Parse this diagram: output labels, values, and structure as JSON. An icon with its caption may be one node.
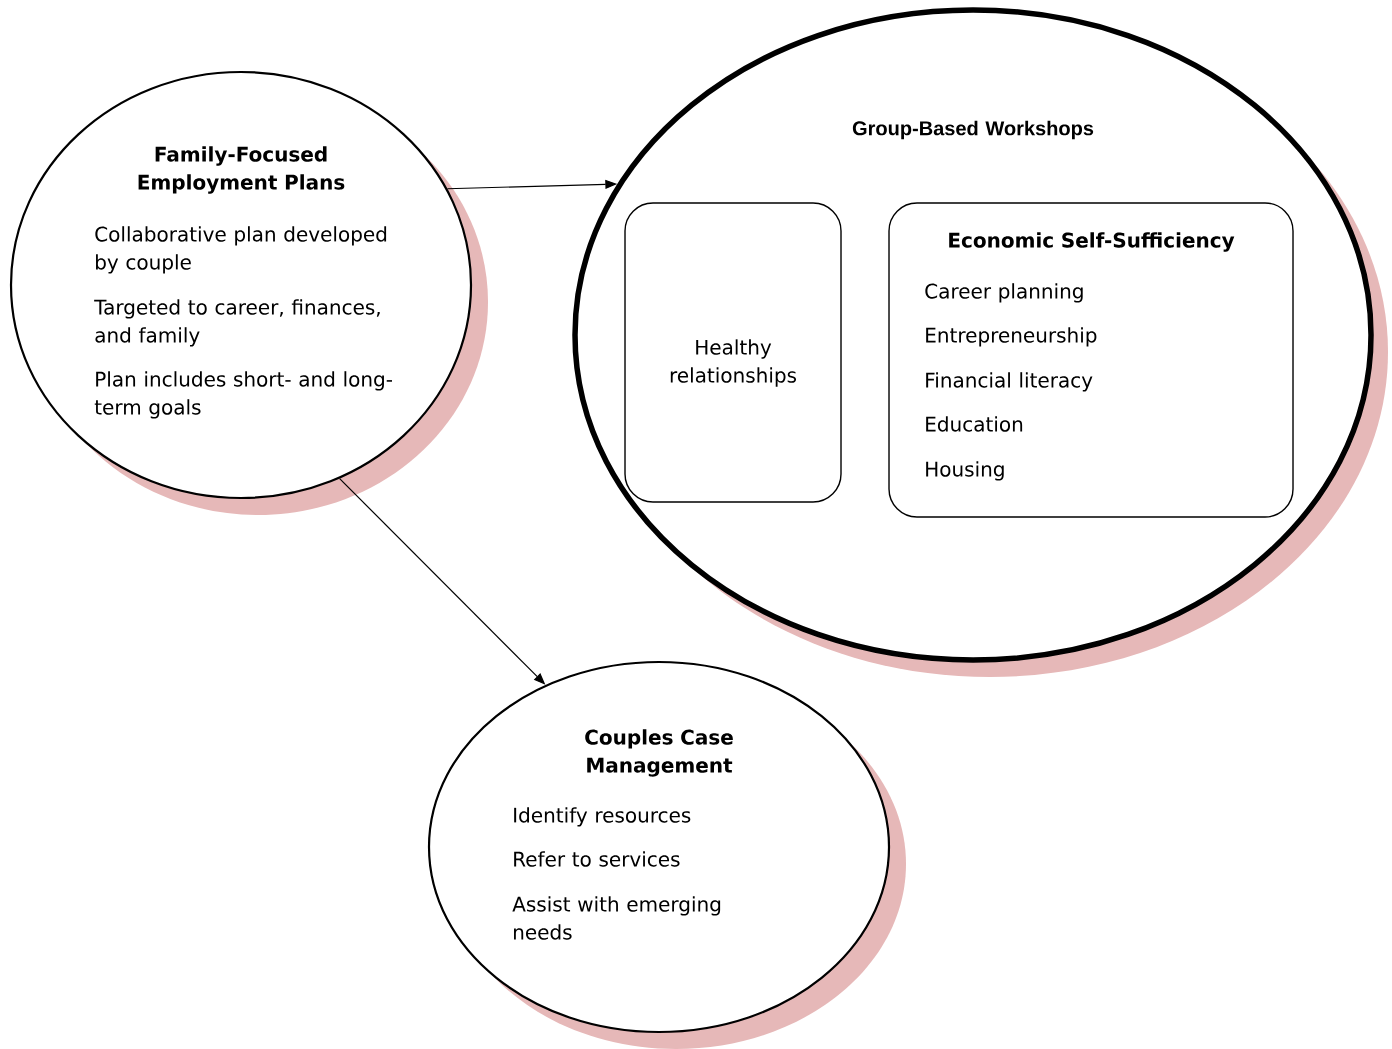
{
  "diagram": {
    "nodes": [
      {
        "text": [
          "Family-Focused Employment Plans",
          "Collaborative plan developed by couple",
          "Targeted to career, finances, and family",
          "Plan includes short- and long-term goals"
        ]
      },
      {
        "text": [
          "Group-Based Workshops"
        ]
      },
      {
        "text": [
          "Healthy relationships"
        ],
        "in": 1
      },
      {
        "text": [
          "Economic Self-Sufficiency",
          "Career planning",
          "Entrepreneurship",
          "Financial literacy",
          "Education",
          "Housing"
        ],
        "in": 1
      },
      {
        "text": [
          "Couples Case Management",
          "Identify resources",
          "Refer to services",
          "Assist with emerging needs"
        ]
      }
    ],
    "edges": [
      {
        "from": 0,
        "to": 1,
        "arrow": "to"
      },
      {
        "from": 0,
        "to": 4,
        "arrow": "to"
      }
    ]
  }
}
